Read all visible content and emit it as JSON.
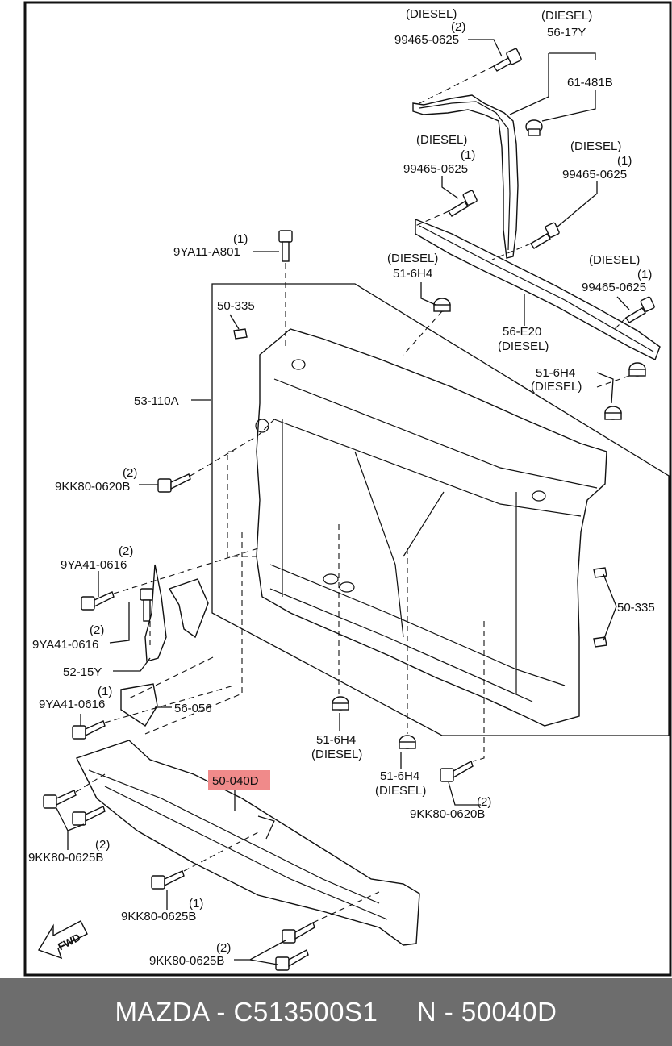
{
  "colors": {
    "highlight": "#f08a8a",
    "footer_bg": "#6d6d6d",
    "footer_text": "#ffffff"
  },
  "labels": {
    "diesel_bolt_top_tag": "(DIESEL)",
    "diesel_bolt_top_qty": "(2)",
    "diesel_bolt_top_part": "99465-0625",
    "bracket_tag": "(DIESEL)",
    "bracket_part": "56-17Y",
    "clip_part": "61-481B",
    "diesel_bolt_mid_tag": "(DIESEL)",
    "diesel_bolt_mid_qty": "(1)",
    "diesel_bolt_mid_part": "99465-0625",
    "diesel_bolt_right_tag": "(DIESEL)",
    "diesel_bolt_right_qty": "(1)",
    "diesel_bolt_right_part": "99465-0625",
    "top_bolt_qty": "(1)",
    "top_bolt_part": "9YA11-A801",
    "nut_top_tag": "(DIESEL)",
    "nut_top_part": "51-6H4",
    "far_right_tag": "(DIESEL)",
    "far_right_qty": "(1)",
    "far_right_part": "99465-0625",
    "clip_left_part": "50-335",
    "seal_part": "56-E20",
    "seal_tag": "(DIESEL)",
    "nut_right_part": "51-6H4",
    "nut_right_tag": "(DIESEL)",
    "frame_part": "53-110A",
    "bolt_left_qty": "(2)",
    "bolt_left_part": "9KK80-0620B",
    "bolt_9ya41_a_qty": "(2)",
    "bolt_9ya41_a_part": "9YA41-0616",
    "clip_right_part": "50-335",
    "bolt_9ya41_b_qty": "(2)",
    "bolt_9ya41_b_part": "9YA41-0616",
    "latch_part": "52-15Y",
    "bolt_9ya41_c_qty": "(1)",
    "bolt_9ya41_c_part": "9YA41-0616",
    "deflector_part": "56-056",
    "nut_bottom_a_part": "51-6H4",
    "nut_bottom_a_tag": "(DIESEL)",
    "highlight_part": "50-040D",
    "nut_bottom_b_part": "51-6H4",
    "nut_bottom_b_tag": "(DIESEL)",
    "bolt_right_bottom_qty": "(2)",
    "bolt_right_bottom_part": "9KK80-0620B",
    "bolt_lower_left_qty": "(2)",
    "bolt_lower_left_part": "9KK80-0625B",
    "bolt_lower_mid_qty": "(1)",
    "bolt_lower_mid_part": "9KK80-0625B",
    "bolt_lower_bottom_qty": "(2)",
    "bolt_lower_bottom_part": "9KK80-0625B",
    "fwd": "FWD"
  },
  "footer": {
    "text": "MAZDA - C513500S1     N - 50040D"
  }
}
